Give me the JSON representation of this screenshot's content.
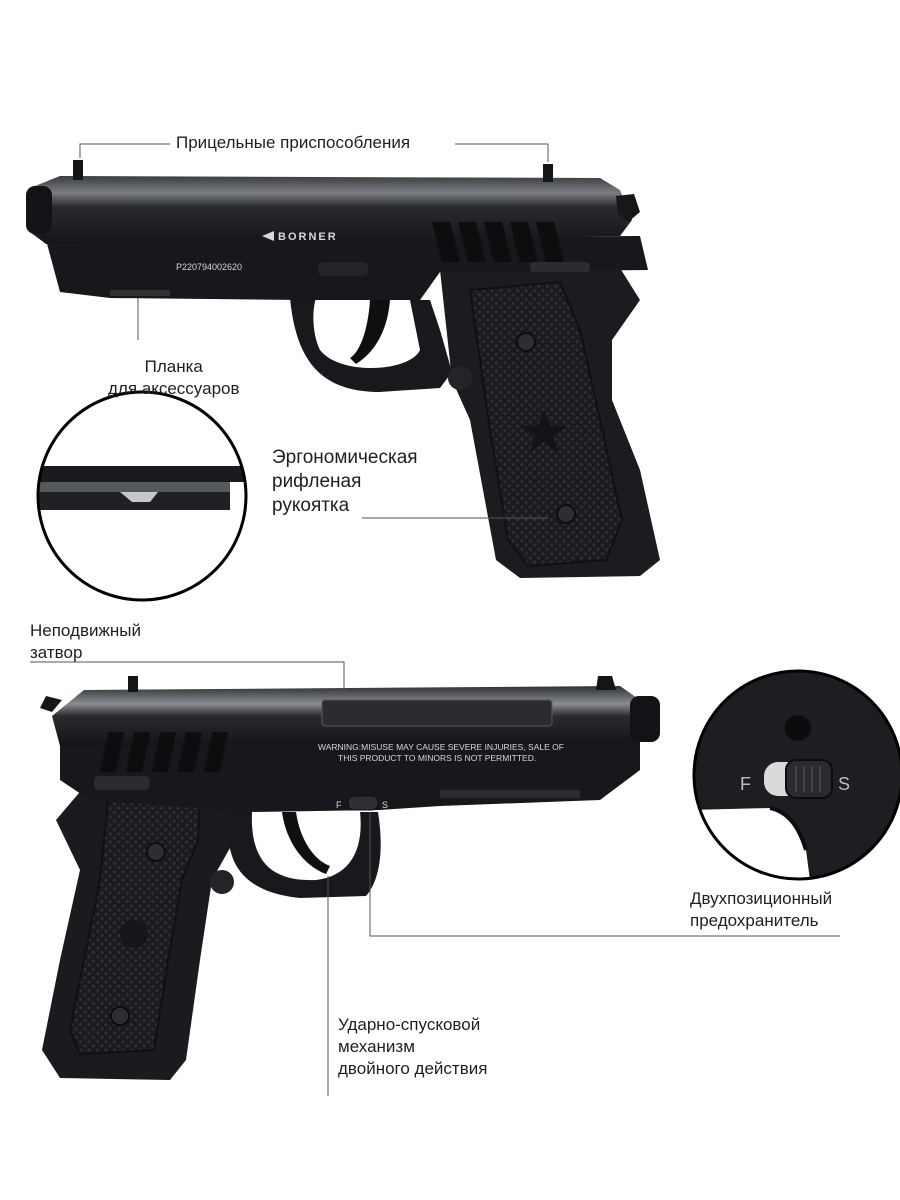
{
  "labels": {
    "sights": "Прицельные приспособления",
    "rail": [
      "Планка",
      "для аксессуаров"
    ],
    "grip": [
      "Эргономическая",
      "рифленая",
      "рукоятка"
    ],
    "slide": [
      "Неподвижный",
      "затвор"
    ],
    "safety": [
      "Двухпозиционный",
      "предохранитель"
    ],
    "trigger": [
      "Ударно-спусковой",
      "механизм",
      "двойного действия"
    ]
  },
  "markings": {
    "brand": "BORNER",
    "serial": "P220794002620",
    "warning_line1": "WARNING:MISUSE MAY CAUSE SEVERE INJURIES, SALE OF",
    "warning_line2": "THIS PRODUCT TO MINORS IS NOT PERMITTED.",
    "safety_fire": "F",
    "safety_safe": "S"
  },
  "colors": {
    "background": "#ffffff",
    "gun_body": "#1c1d20",
    "slide_highlight": "#6b6e73",
    "leader_line": "#555555"
  }
}
